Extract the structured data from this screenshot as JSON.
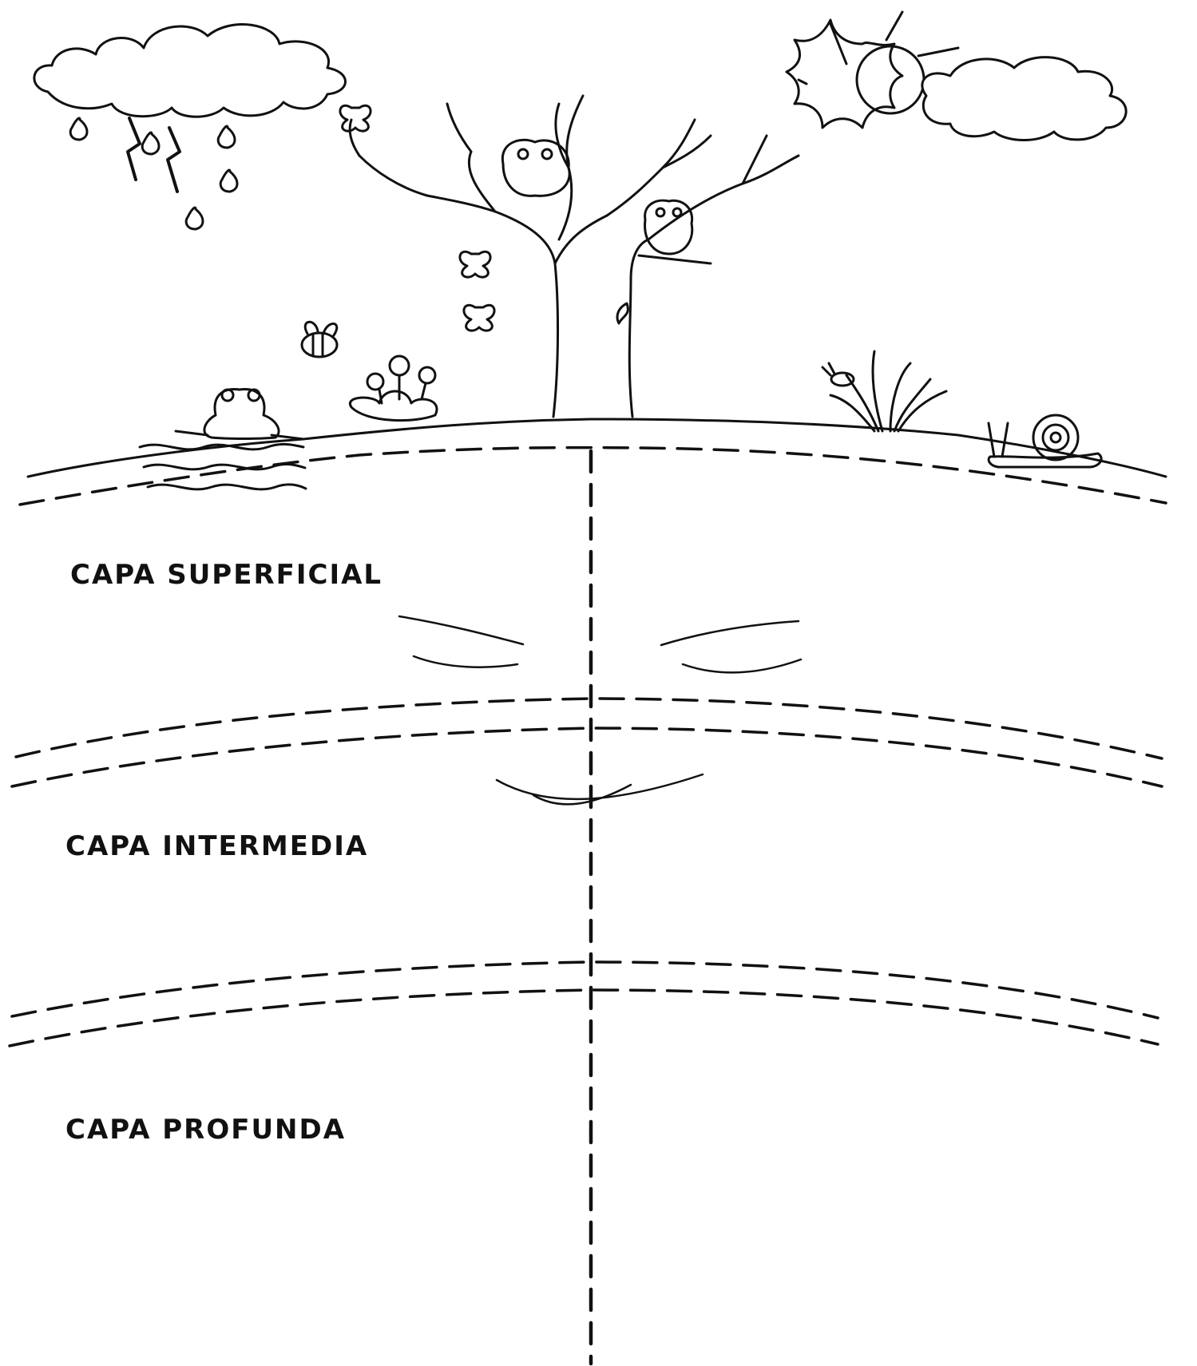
{
  "layers": [
    {
      "label": "CAPA SUPERFICIAL"
    },
    {
      "label": "CAPA INTERMEDIA"
    },
    {
      "label": "CAPA PROFUNDA"
    }
  ],
  "colors": {
    "ink": "#111111",
    "paper": "#ffffff"
  },
  "icons": [
    "rain-cloud-icon",
    "lightning-icon",
    "sun-icon",
    "cloud-icon",
    "tree-icon",
    "owl-icon",
    "butterfly-icon",
    "bee-icon",
    "flower-icon",
    "frog-icon",
    "grass-icon",
    "snail-icon",
    "water-icon"
  ]
}
